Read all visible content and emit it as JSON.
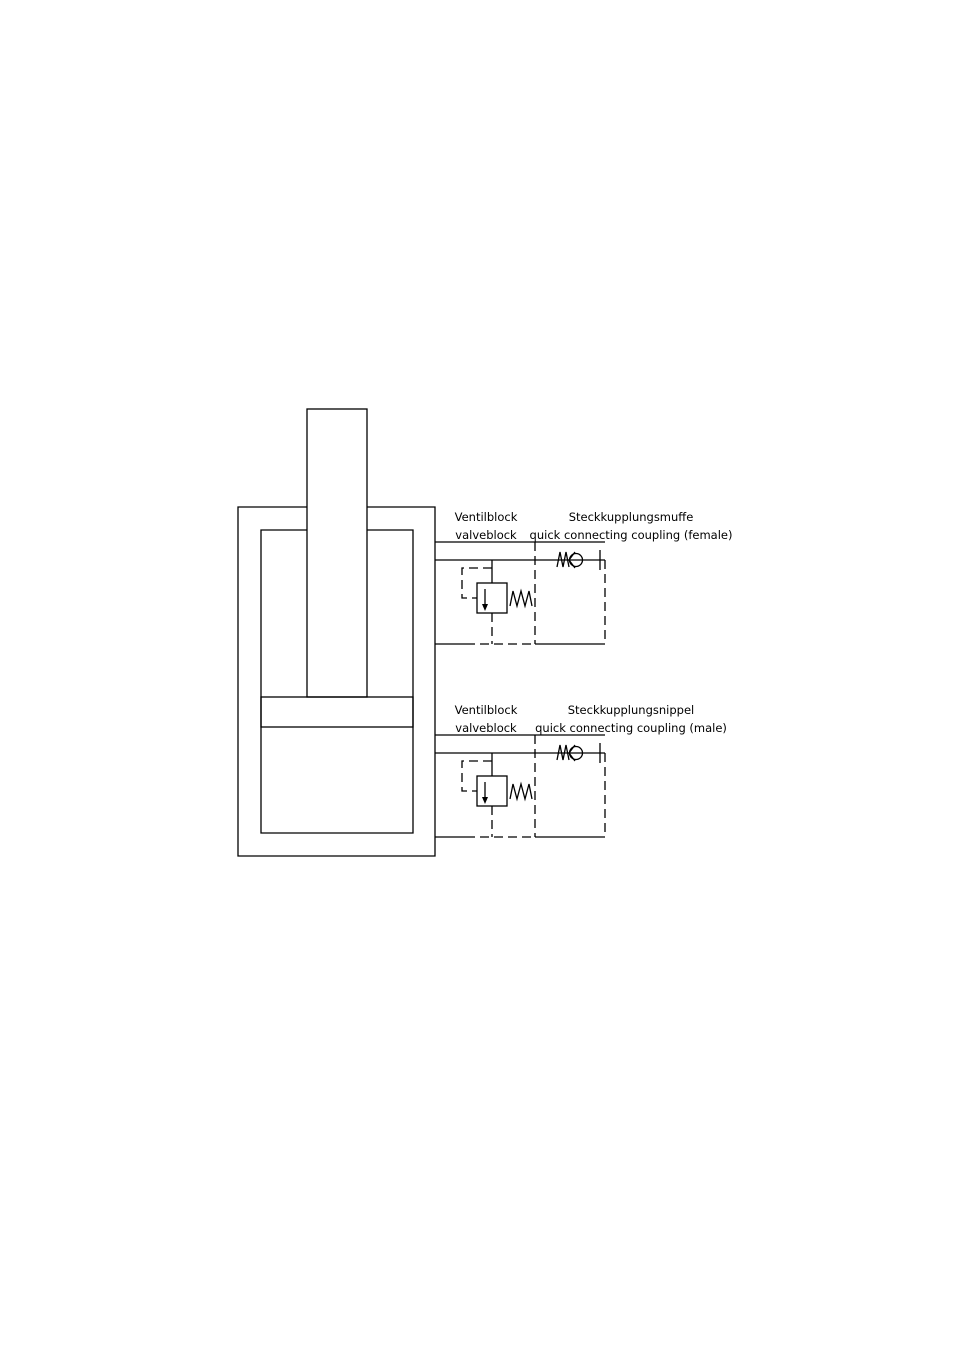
{
  "diagram": {
    "upper_circuit": {
      "valveblock_label_de": "Ventilblock",
      "valveblock_label_en": "valveblock",
      "coupling_label_de": "Steckkupplungsmuffe",
      "coupling_label_en": "quick connecting coupling (female)"
    },
    "lower_circuit": {
      "valveblock_label_de": "Ventilblock",
      "valveblock_label_en": "valveblock",
      "coupling_label_de": "Steckkupplungsnippel",
      "coupling_label_en": "quick connecting coupling (male)"
    }
  }
}
